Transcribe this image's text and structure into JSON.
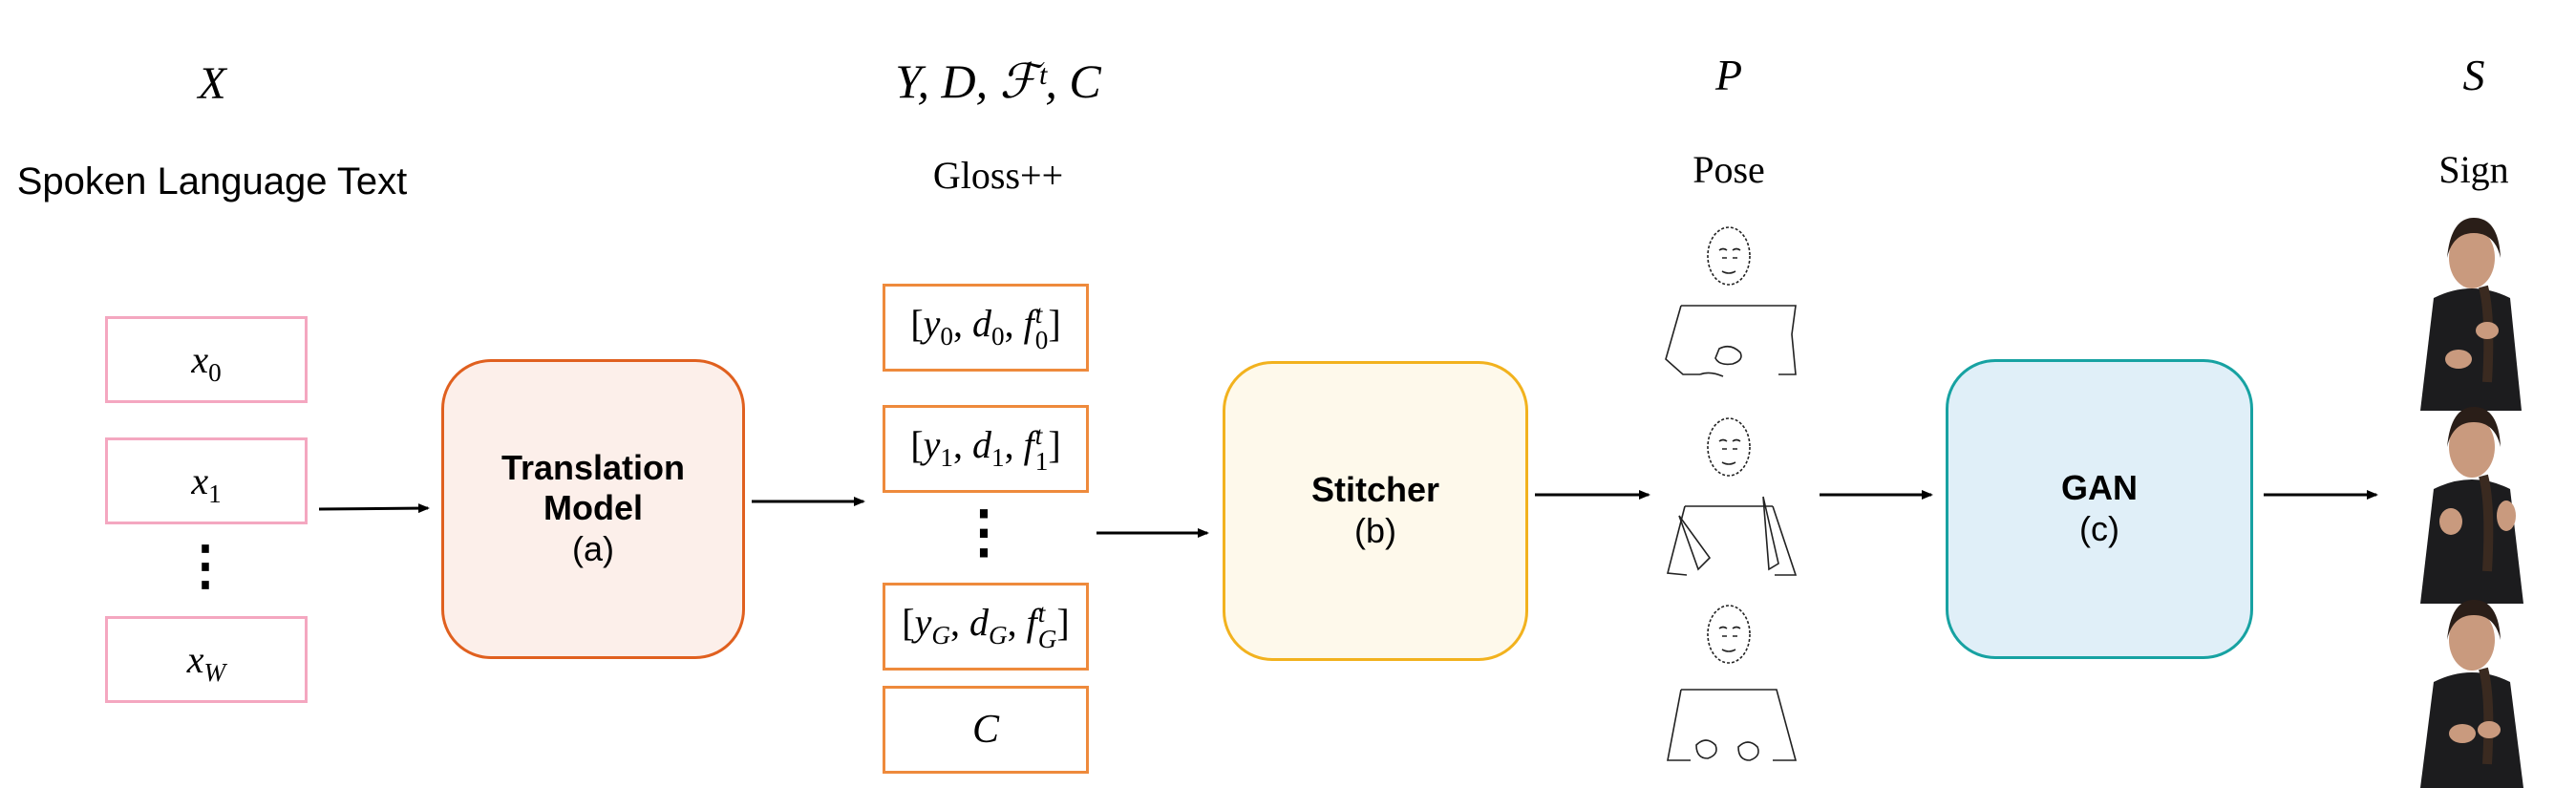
{
  "header": {
    "input_symbol": "X",
    "input_label": "Spoken Language Text",
    "gloss_symbol": "Y, D, ℱᵗ, C",
    "gloss_label": "Gloss++",
    "pose_symbol": "P",
    "pose_label": "Pose",
    "sign_symbol": "S",
    "sign_label": "Sign"
  },
  "inputs": {
    "items": [
      {
        "base": "x",
        "sub": "0"
      },
      {
        "base": "x",
        "sub": "1"
      },
      {
        "base": "x",
        "sub": "W"
      }
    ],
    "ellipsis": "⋮"
  },
  "gloss": {
    "items": [
      {
        "y": "y",
        "y_sub": "0",
        "d": "d",
        "d_sub": "0",
        "f": "f",
        "f_sub": "0",
        "f_sup": "t"
      },
      {
        "y": "y",
        "y_sub": "1",
        "d": "d",
        "d_sub": "1",
        "f": "f",
        "f_sub": "1",
        "f_sup": "t"
      },
      {
        "y": "y",
        "y_sub": "G",
        "d": "d",
        "d_sub": "G",
        "f": "f",
        "f_sub": "G",
        "f_sup": "t"
      }
    ],
    "ellipsis": "⋮",
    "c_label": "C"
  },
  "stages": {
    "translation": {
      "name_line1": "Translation",
      "name_line2": "Model",
      "tag": "(a)",
      "border": "#e0601f",
      "fill": "#fcefea"
    },
    "stitcher": {
      "name": "Stitcher",
      "tag": "(b)",
      "border": "#f2b21e",
      "fill": "#fef9eb"
    },
    "gan": {
      "name": "GAN",
      "tag": "(c)",
      "border": "#17a2a2",
      "fill": "#e0eff8"
    }
  },
  "colors": {
    "input_border": "#f4a7c0",
    "gloss_border": "#ee8a3c",
    "arrow": "#000000"
  },
  "figures": {
    "pose_frames": 3,
    "sign_frames": 3
  }
}
